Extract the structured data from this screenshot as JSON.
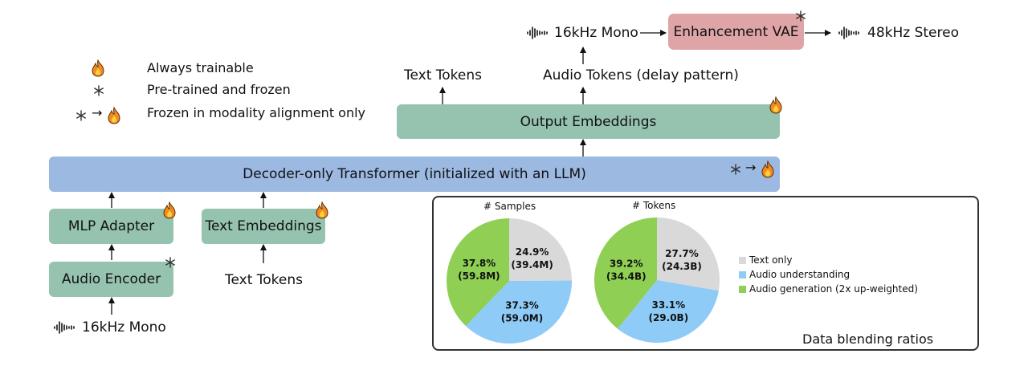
{
  "legend": {
    "items": [
      {
        "icon": "fire-icon",
        "label": "Always trainable"
      },
      {
        "icon": "snowflake-icon",
        "label": "Pre-trained and frozen"
      },
      {
        "icon": "snowflake-to-fire-icon",
        "label": "Frozen in modality alignment only"
      }
    ],
    "arrow_glyph": "→"
  },
  "top_chain": {
    "input_label": "16kHz Mono",
    "vae_label": "Enhancement VAE",
    "output_label": "48kHz Stereo"
  },
  "outputs": {
    "text_tokens": "Text Tokens",
    "audio_tokens": "Audio Tokens (delay pattern)",
    "output_embeddings": "Output Embeddings"
  },
  "transformer": {
    "label": "Decoder-only Transformer (initialized with an LLM)"
  },
  "inputs": {
    "mlp_adapter": "MLP Adapter",
    "audio_encoder": "Audio Encoder",
    "text_embeddings": "Text Embeddings",
    "text_tokens": "Text Tokens",
    "audio_input": "16kHz Mono"
  },
  "colors": {
    "green_box": "#96c3b0",
    "blue_box": "#9cb9e2",
    "pink_box": "#dea4a6",
    "text_only": "#d9d9d9",
    "audio_understanding": "#8ecbf7",
    "audio_generation": "#8ecf54"
  },
  "chart_data": [
    {
      "type": "pie",
      "title": "# Samples",
      "slices": [
        {
          "name": "Text only",
          "percent": 24.9,
          "amount": "39.4M",
          "label_pct": "24.9%",
          "label_amt": "(39.4M)"
        },
        {
          "name": "Audio understanding",
          "percent": 37.3,
          "amount": "59.0M",
          "label_pct": "37.3%",
          "label_amt": "(59.0M)"
        },
        {
          "name": "Audio generation (2x up-weighted)",
          "percent": 37.8,
          "amount": "59.8M",
          "label_pct": "37.8%",
          "label_amt": "(59.8M)"
        }
      ]
    },
    {
      "type": "pie",
      "title": "# Tokens",
      "slices": [
        {
          "name": "Text only",
          "percent": 27.7,
          "amount": "24.3B",
          "label_pct": "27.7%",
          "label_amt": "(24.3B)"
        },
        {
          "name": "Audio understanding",
          "percent": 33.1,
          "amount": "29.0B",
          "label_pct": "33.1%",
          "label_amt": "(29.0B)"
        },
        {
          "name": "Audio generation (2x up-weighted)",
          "percent": 39.2,
          "amount": "34.4B",
          "label_pct": "39.2%",
          "label_amt": "(34.4B)"
        }
      ]
    }
  ],
  "pie_legend": {
    "text_only": "Text only",
    "audio_understanding": "Audio understanding",
    "audio_generation": "Audio generation (2x up-weighted)"
  },
  "panel_caption": "Data blending ratios"
}
